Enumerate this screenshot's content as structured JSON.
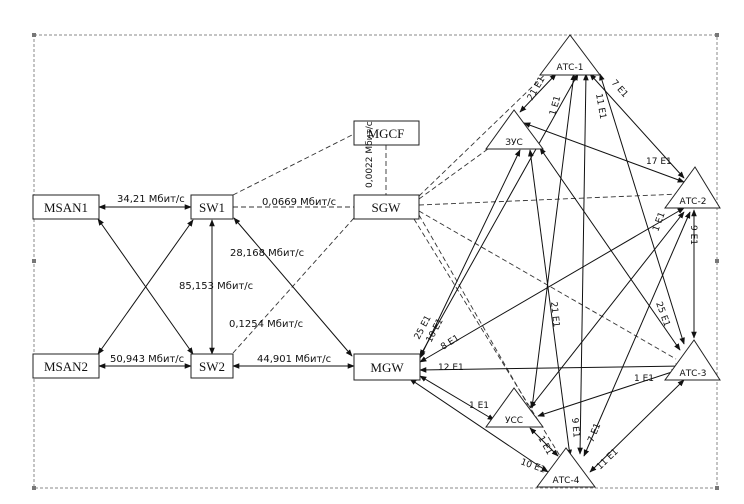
{
  "nodes": {
    "msan1": "MSAN1",
    "msan2": "MSAN2",
    "sw1": "SW1",
    "sw2": "SW2",
    "mgcf": "MGCF",
    "sgw": "SGW",
    "mgw": "MGW",
    "ats1": "АТС-1",
    "ats2": "АТС-2",
    "ats3": "АТС-3",
    "ats4": "АТС-4",
    "zus": "ЗУС",
    "uss": "УСС"
  },
  "labels": {
    "msan1_sw1": "34,21 Мбит/с",
    "sw1_sgw": "0,0669 Мбит/с",
    "sgw_mgcf": "0,0022 Мбит/с",
    "sw1_mgw": "28,168 Мбит/с",
    "sw1_sw2": "85,153 Мбит/с",
    "sw2_sgw": "0,1254 Мбит/с",
    "msan2_sw2": "50,943 Мбит/с",
    "sw2_mgw": "44,901 Мбит/с",
    "zus_ats1": "21 E1",
    "mgw_zus_1": "1 E1",
    "ats1_ats3": "7 E1",
    "ats1_ats4": "11 E1",
    "ats1_ats2": "17 E1",
    "uss_ats2": "1 E1",
    "ats2_ats3": "9 E1",
    "zus_ats3": "25 E1",
    "mgw_ats1": "25 E1",
    "mgw_zus_2": "10 E1",
    "mgw_ats2": "8 E1",
    "ats1_uss": "21 E1",
    "mgw_ats3": "12 E1",
    "uss_ats3": "1 E1",
    "mgw_uss": "1 E1",
    "zus_ats4": "9 E1",
    "uss_ats4": "1 E1",
    "ats2_ats4": "7 E1",
    "ats3_ats4": "11 E1",
    "mgw_ats4": "10 E1"
  }
}
